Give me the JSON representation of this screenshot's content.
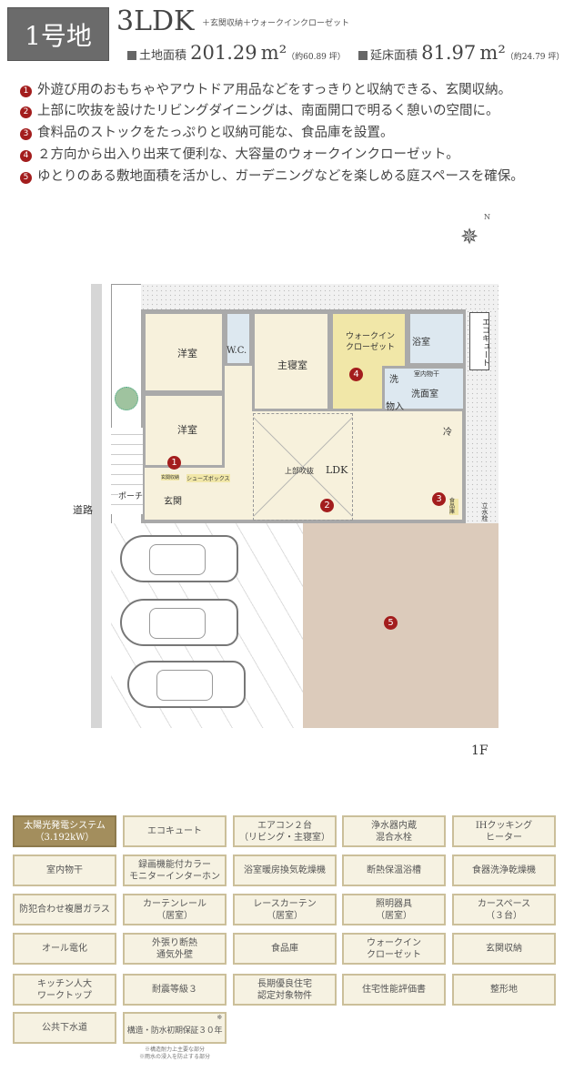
{
  "header": {
    "lot": "1号地",
    "layout": "3LDK",
    "layout_extras": "＋玄関収納＋ウォークインクローゼット",
    "land_area": {
      "label": "土地面積",
      "value": "201.29",
      "unit": "m²",
      "tsubo": "（約60.89 坪）"
    },
    "floor_area": {
      "label": "延床面積",
      "value": "81.97",
      "unit": "m²",
      "tsubo": "（約24.79 坪）"
    }
  },
  "points": [
    {
      "n": "1",
      "text": "外遊び用のおもちゃやアウトドア用品などをすっきりと収納できる、玄関収納。"
    },
    {
      "n": "2",
      "text": "上部に吹抜を設けたリビングダイニングは、南面開口で明るく憩いの空間に。"
    },
    {
      "n": "3",
      "text": "食料品のストックをたっぷりと収納可能な、食品庫を設置。"
    },
    {
      "n": "4",
      "text": "２方向から出入り出来て便利な、大容量のウォークインクローゼット。"
    },
    {
      "n": "5",
      "text": "ゆとりのある敷地面積を活かし、ガーデニングなどを楽しめる庭スペースを確保。"
    }
  ],
  "plan": {
    "compass": "N",
    "road": "道路",
    "floor": "1F",
    "rooms": {
      "western1": "洋室",
      "western2": "洋室",
      "wc": "W.C.",
      "master": "主寝室",
      "wic": "ウォークイン\nクローゼット",
      "bath": "浴室",
      "laundry": "洗",
      "indoor_dry": "室内物干",
      "washroom": "洗面室",
      "storage": "物入",
      "fridge": "冷",
      "ldk": "LDK",
      "void": "上部吹抜",
      "entrance": "玄関",
      "porch": "ポーチ",
      "entry_storage": "玄関収納",
      "shoe_box": "シューズボックス",
      "pantry": "食品庫",
      "ecocute": "エコキュート",
      "faucet": "立水栓"
    }
  },
  "features": [
    {
      "label": "太陽光発電システム\n（3.192kW）",
      "highlight": true
    },
    {
      "label": "エコキュート"
    },
    {
      "label": "エアコン２台\n（リビング・主寝室）"
    },
    {
      "label": "浄水器内蔵\n混合水栓"
    },
    {
      "label": "IHクッキング\nヒーター"
    },
    {
      "label": "室内物干"
    },
    {
      "label": "録画機能付カラー\nモニターインターホン"
    },
    {
      "label": "浴室暖房換気乾燥機"
    },
    {
      "label": "断熱保温浴槽"
    },
    {
      "label": "食器洗浄乾燥機"
    },
    {
      "label": "防犯合わせ複層ガラス"
    },
    {
      "label": "カーテンレール\n（居室）"
    },
    {
      "label": "レースカーテン\n（居室）"
    },
    {
      "label": "照明器具\n（居室）"
    },
    {
      "label": "カースペース\n（３台）"
    },
    {
      "label": "オール電化"
    },
    {
      "label": "外張り断熱\n通気外壁"
    },
    {
      "label": "食品庫"
    },
    {
      "label": "ウォークイン\nクローゼット"
    },
    {
      "label": "玄関収納"
    },
    {
      "label": "キッチン人大\nワークトップ"
    },
    {
      "label": "耐震等級３"
    },
    {
      "label": "長期優良住宅\n認定対象物件"
    },
    {
      "label": "住宅性能評価書"
    },
    {
      "label": "整形地"
    },
    {
      "label": "公共下水道"
    },
    {
      "label": "構造・防水初期保証３０年",
      "mark": "※"
    }
  ],
  "notes": [
    "※構造耐力上主要な部分",
    "※雨水の浸入を防止する部分"
  ],
  "colors": {
    "accent_red": "#a31d1d",
    "gold": "#a38e5d",
    "cream": "#f6f2e2"
  }
}
